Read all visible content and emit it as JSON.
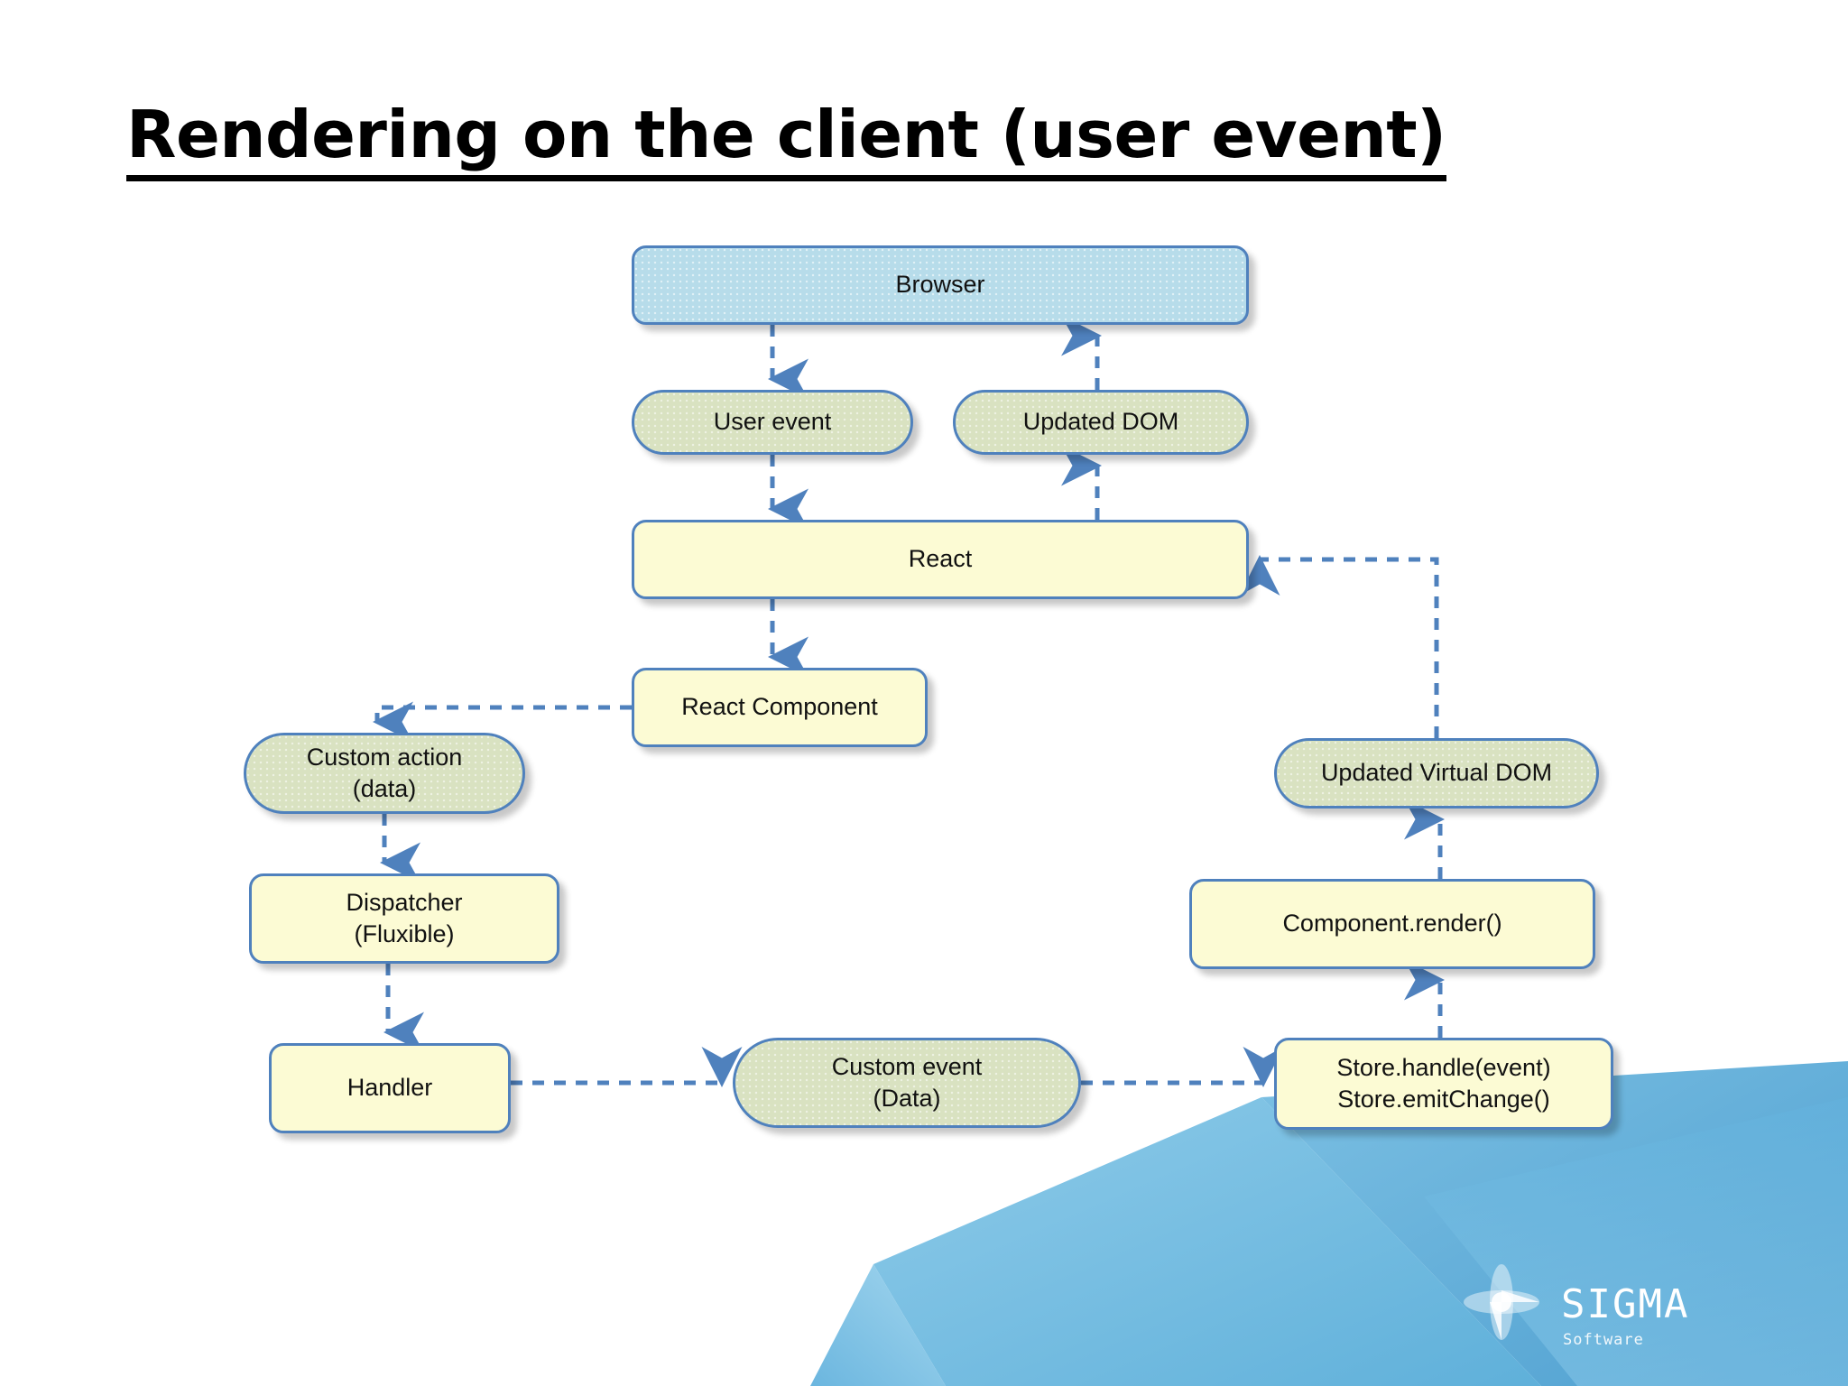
{
  "slide": {
    "title": "Rendering on the client (user event)"
  },
  "branding": {
    "logo_name": "sigma-software-logo",
    "wordmark": "SIGMA",
    "tagline": "Software"
  },
  "colors": {
    "accent_blue": "#4f81bd",
    "node_blue_fill": "#b7dcea",
    "node_green_fill": "#d9e2c1",
    "node_yellow_fill": "#fcfbd4",
    "connector": "#4f81bd",
    "title_text": "#000000",
    "corner_polygon": "#5aa9d6"
  },
  "diagram": {
    "type": "flowchart",
    "nodes": [
      {
        "id": "browser",
        "label": "Browser",
        "style": "blue"
      },
      {
        "id": "user_event",
        "label": "User event",
        "style": "green"
      },
      {
        "id": "updated_dom",
        "label": "Updated DOM",
        "style": "green"
      },
      {
        "id": "react",
        "label": "React",
        "style": "yellow"
      },
      {
        "id": "react_component",
        "label": "React Component",
        "style": "yellow"
      },
      {
        "id": "custom_action",
        "label": "Custom action\n(data)",
        "style": "green"
      },
      {
        "id": "dispatcher",
        "label": "Dispatcher\n(Fluxible)",
        "style": "yellow"
      },
      {
        "id": "handler",
        "label": "Handler",
        "style": "yellow"
      },
      {
        "id": "custom_event",
        "label": "Custom event\n(Data)",
        "style": "green"
      },
      {
        "id": "store",
        "label": "Store.handle(event)\nStore.emitChange()",
        "style": "yellow"
      },
      {
        "id": "component_render",
        "label": "Component.render()",
        "style": "yellow"
      },
      {
        "id": "updated_virtual_dom",
        "label": "Updated Virtual DOM",
        "style": "green"
      }
    ],
    "edges": [
      {
        "from": "browser",
        "to": "user_event",
        "style": "dashed",
        "arrow": "down"
      },
      {
        "from": "user_event",
        "to": "react",
        "style": "dashed",
        "arrow": "down"
      },
      {
        "from": "react",
        "to": "react_component",
        "style": "dashed",
        "arrow": "down"
      },
      {
        "from": "react_component",
        "to": "custom_action",
        "style": "dashed",
        "arrow": "down"
      },
      {
        "from": "custom_action",
        "to": "dispatcher",
        "style": "dashed",
        "arrow": "down"
      },
      {
        "from": "dispatcher",
        "to": "handler",
        "style": "dashed",
        "arrow": "down"
      },
      {
        "from": "handler",
        "to": "custom_event",
        "style": "dashed",
        "arrow": "right"
      },
      {
        "from": "custom_event",
        "to": "store",
        "style": "dashed",
        "arrow": "right"
      },
      {
        "from": "store",
        "to": "component_render",
        "style": "dashed",
        "arrow": "up"
      },
      {
        "from": "component_render",
        "to": "updated_virtual_dom",
        "style": "dashed",
        "arrow": "up"
      },
      {
        "from": "updated_virtual_dom",
        "to": "react",
        "style": "dashed",
        "arrow": "left"
      },
      {
        "from": "react",
        "to": "updated_dom",
        "style": "dashed",
        "arrow": "up"
      },
      {
        "from": "updated_dom",
        "to": "browser",
        "style": "dashed",
        "arrow": "up"
      }
    ]
  }
}
